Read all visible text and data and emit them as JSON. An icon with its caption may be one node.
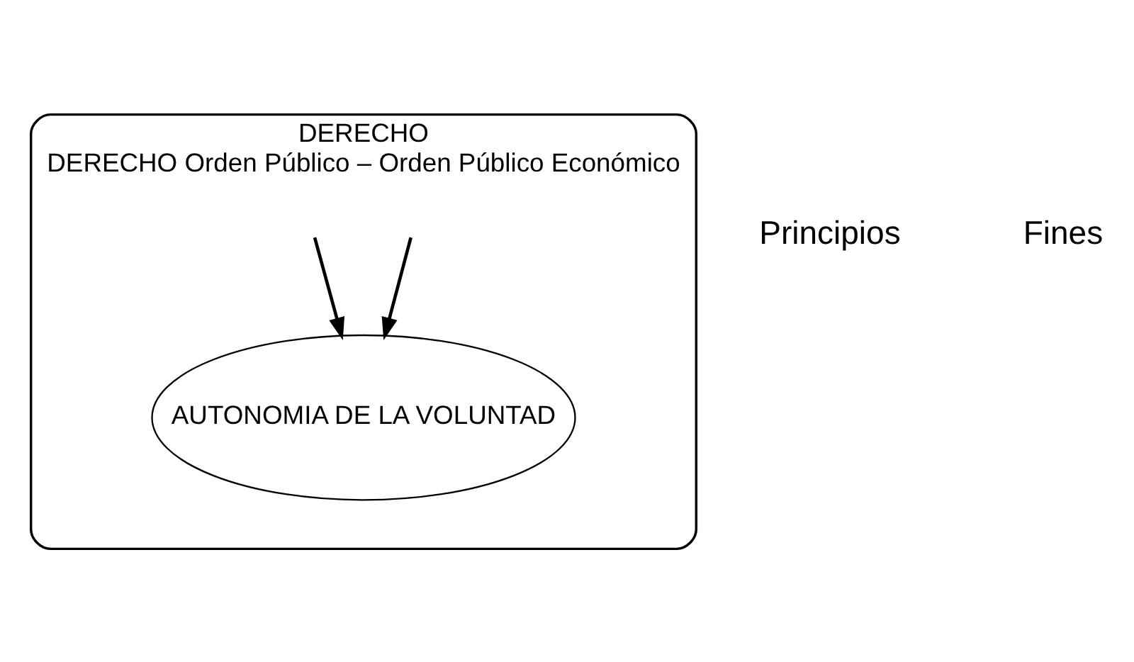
{
  "diagram": {
    "nodes": [
      {
        "text": [
          "DERECHO",
          "DERECHO Orden Público – Orden Público Económico"
        ]
      },
      {
        "text": [
          "AUTONOMIA DE LA VOLUNTAD"
        ],
        "in": 0
      }
    ],
    "edges": [
      {
        "from": null,
        "to": 1,
        "arrow": "to"
      },
      {
        "from": null,
        "to": 1,
        "arrow": "to"
      }
    ],
    "labels": [
      "Principios",
      "Fines"
    ]
  }
}
